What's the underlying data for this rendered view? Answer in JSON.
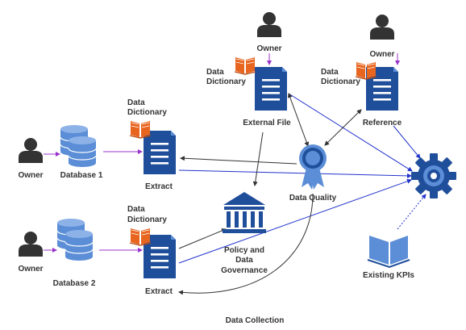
{
  "colors": {
    "doc_blue": "#1f4e9a",
    "icon_blue_light": "#5b8ed6",
    "book_orange": "#e8651f",
    "person_dark": "#333333",
    "arrow_purple": "#9933cc",
    "arrow_blue": "#2233cc",
    "arrow_dark": "#333333",
    "text": "#333333"
  },
  "icons": {
    "owner": "person-icon",
    "database": "database-icon",
    "document": "document-icon",
    "dictionary": "open-book-icon",
    "quality": "award-ribbon-icon",
    "governance": "building-columns-icon",
    "kpi": "open-book-icon",
    "target": "gear-icon"
  },
  "labels": {
    "owner_1": "Owner",
    "owner_2": "Owner",
    "owner_3": "Owner",
    "owner_4": "Owner",
    "database_1": "Database 1",
    "database_2": "Database 2",
    "dict_1_line1": "Data",
    "dict_1_line2": "Dictionary",
    "dict_2_line1": "Data",
    "dict_2_line2": "Dictionary",
    "dict_3_line1": "Data",
    "dict_3_line2": "Dictionary",
    "dict_4_line1": "Data",
    "dict_4_line2": "Dictionary",
    "extract_1": "Extract",
    "extract_2": "Extract",
    "external_file": "External File",
    "reference": "Reference",
    "data_quality": "Data Quality",
    "policy_line1": "Policy and",
    "policy_line2": "Data",
    "policy_line3": "Governance",
    "existing_kpis": "Existing KPIs",
    "data_collection": "Data Collection"
  }
}
